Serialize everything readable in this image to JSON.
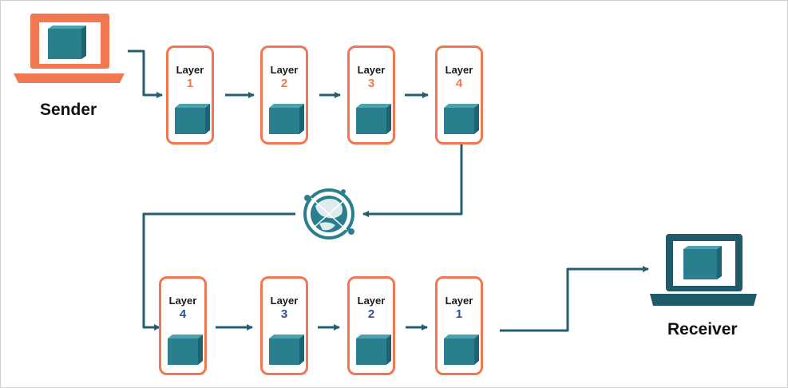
{
  "sender": {
    "label": "Sender",
    "color": "#f07750"
  },
  "receiver": {
    "label": "Receiver",
    "color": "#1f5a6a"
  },
  "colors": {
    "box_border": "#f07750",
    "packet": "#2a7f8e",
    "arrow": "#245f70",
    "receiver_numbers": "#2b4f9a"
  },
  "sender_stack": [
    {
      "word": "Layer",
      "number": "1"
    },
    {
      "word": "Layer",
      "number": "2"
    },
    {
      "word": "Layer",
      "number": "3"
    },
    {
      "word": "Layer",
      "number": "4"
    }
  ],
  "receiver_stack": [
    {
      "word": "Layer",
      "number": "4"
    },
    {
      "word": "Layer",
      "number": "3"
    },
    {
      "word": "Layer",
      "number": "2"
    },
    {
      "word": "Layer",
      "number": "1"
    }
  ],
  "network_icon": "globe-network-icon"
}
